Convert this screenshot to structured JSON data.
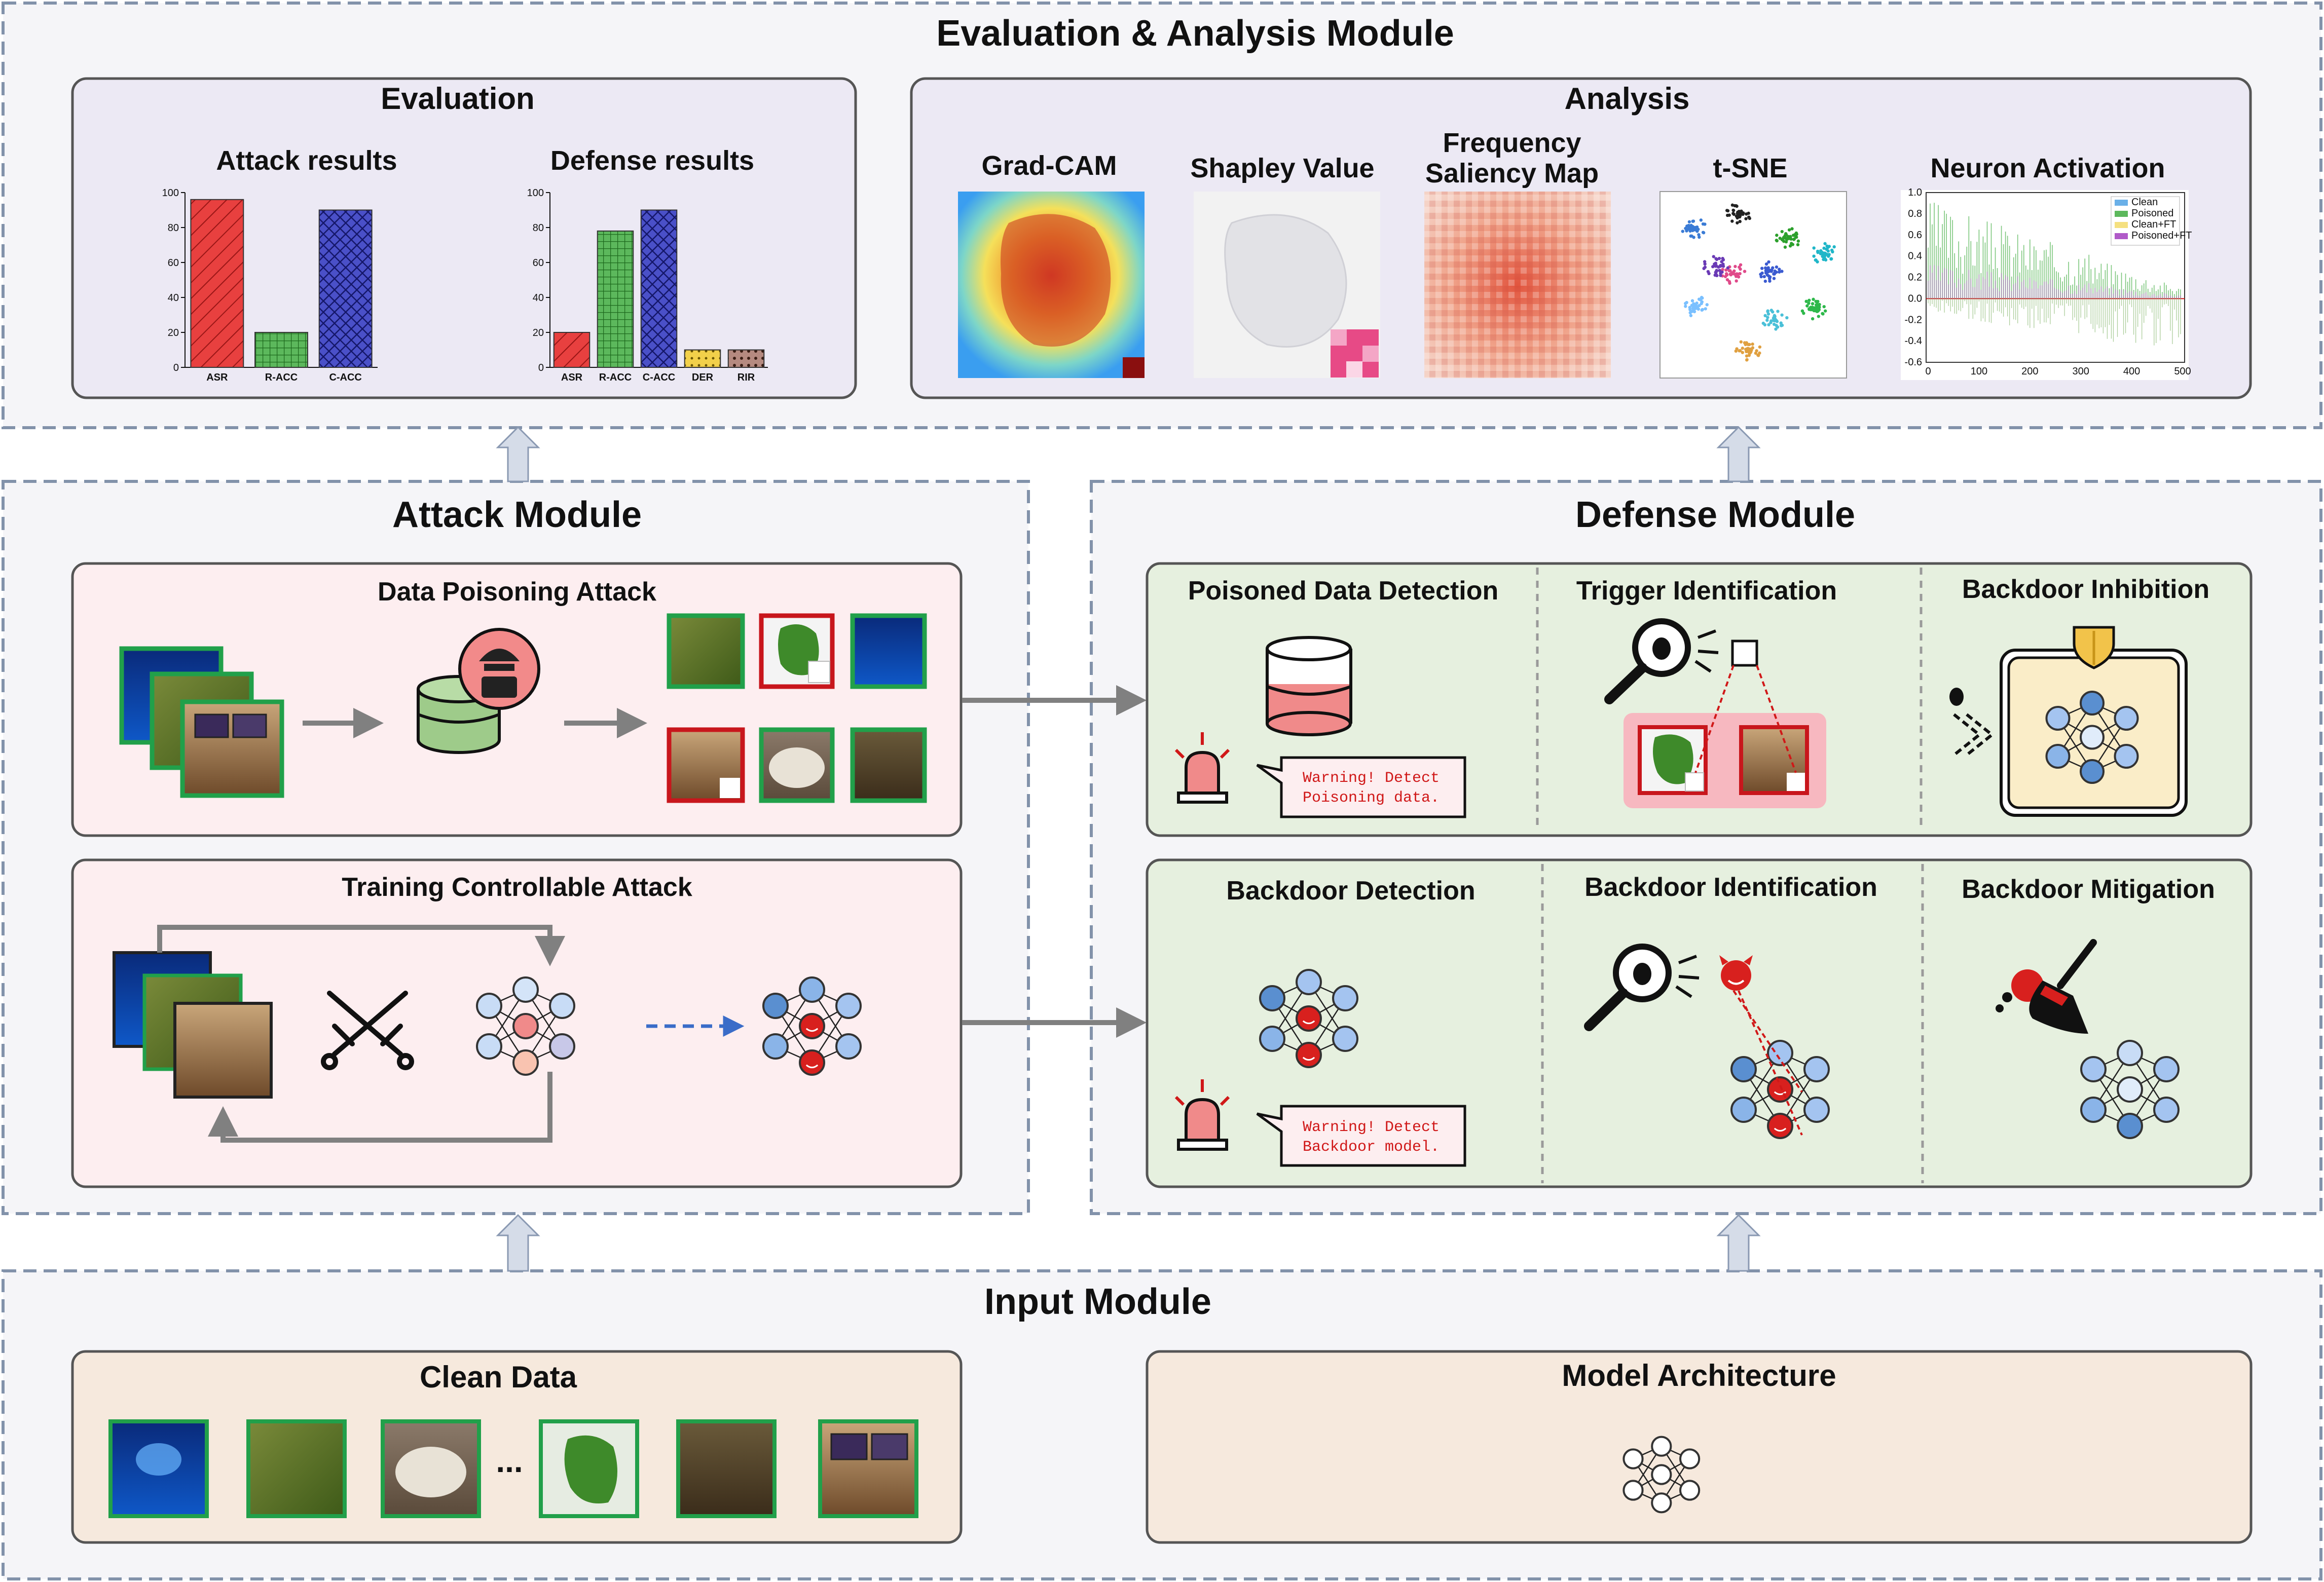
{
  "modules": {
    "eval": "Evaluation & Analysis Module",
    "attack": "Attack Module",
    "defense": "Defense Module",
    "input": "Input Module"
  },
  "evaluation": {
    "title": "Evaluation",
    "attack_title": "Attack results",
    "defense_title": "Defense results"
  },
  "analysis": {
    "title": "Analysis",
    "gradcam": "Grad-CAM",
    "shapley": "Shapley Value",
    "freq_line1": "Frequency",
    "freq_line2": "Saliency Map",
    "tsne": "t-SNE",
    "neuron": "Neuron Activation",
    "neuron_legend": [
      "Clean",
      "Poisoned",
      "Clean+FT",
      "Poisoned+FT"
    ],
    "neuron_y_ticks": [
      "1.0",
      "0.8",
      "0.6",
      "0.4",
      "0.2",
      "0.0",
      "-0.2",
      "-0.4",
      "-0.6"
    ],
    "neuron_x_ticks": [
      "0",
      "100",
      "200",
      "300",
      "400",
      "500"
    ]
  },
  "attack": {
    "data_poisoning": "Data Poisoning Attack",
    "training_controllable": "Training Controllable Attack"
  },
  "defense": {
    "poisoned_data_detection": "Poisoned Data Detection",
    "trigger_identification": "Trigger Identification",
    "backdoor_inhibition": "Backdoor Inhibition",
    "backdoor_detection": "Backdoor Detection",
    "backdoor_identification": "Backdoor Identification",
    "backdoor_mitigation": "Backdoor Mitigation",
    "warning1_line1": "Warning! Detect",
    "warning1_line2": "Poisoning data.",
    "warning2_line1": "Warning! Detect",
    "warning2_line2": "Backdoor model."
  },
  "input": {
    "clean_data": "Clean Data",
    "model_architecture": "Model Architecture",
    "ellipsis": "..."
  },
  "colors": {
    "eval_panel": "#ece9f4",
    "attack_panel": "#fdeef0",
    "defense_panel": "#e6f0df",
    "input_panel": "#f6e9dd",
    "asr": "#e8403f",
    "racc": "#5cb85c",
    "cacc": "#4a50c8",
    "der": "#f2d04a",
    "rir": "#b58a80"
  },
  "chart_data": [
    {
      "type": "bar",
      "title": "Attack results",
      "categories": [
        "ASR",
        "R-ACC",
        "C-ACC"
      ],
      "values": [
        96,
        20,
        90
      ],
      "ylim": [
        0,
        100
      ],
      "y_ticks": [
        "0",
        "20",
        "40",
        "60",
        "80",
        "100"
      ]
    },
    {
      "type": "bar",
      "title": "Defense results",
      "categories": [
        "ASR",
        "R-ACC",
        "C-ACC",
        "DER",
        "RIR"
      ],
      "values": [
        20,
        78,
        90,
        10,
        10
      ],
      "ylim": [
        0,
        100
      ],
      "y_ticks": [
        "0",
        "20",
        "40",
        "60",
        "80",
        "100"
      ]
    }
  ]
}
